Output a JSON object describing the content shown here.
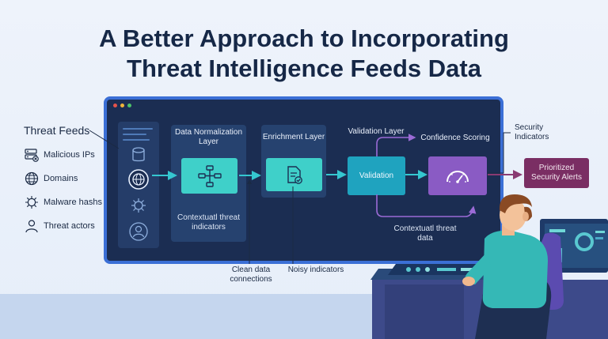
{
  "title": {
    "line1": "A Better Approach to Incorporating",
    "line2": "Threat Intelligence Feeds Data"
  },
  "feeds": {
    "heading": "Threat Feeds",
    "items": [
      {
        "label": "Malicious IPs",
        "icon": "server-icon"
      },
      {
        "label": "Domains",
        "icon": "globe-icon"
      },
      {
        "label": "Malware hashs",
        "icon": "bug-icon"
      },
      {
        "label": "Threat actors",
        "icon": "person-icon"
      }
    ]
  },
  "stages": {
    "normalization": {
      "title": "Data Normalization Layer",
      "note": "Contextuatl threat indicators"
    },
    "enrichment": {
      "title": "Enrichment Layer"
    },
    "validation": {
      "title": "Validation Layer",
      "box": "Validation",
      "note": "Contextuatl threat data"
    },
    "confidence": {
      "title": "Confidence Scoring"
    }
  },
  "outputs": {
    "security_indicators": "Security Indicators",
    "prioritized_alerts": "Prioritized Security Alerts"
  },
  "callouts": {
    "clean": "Clean data connections",
    "noisy": "Noisy indicators"
  },
  "colors": {
    "screen": "#1b2d52",
    "accent_teal": "#2ec4c8",
    "accent_purple": "#8a5bc4",
    "alert": "#7a2e63"
  }
}
